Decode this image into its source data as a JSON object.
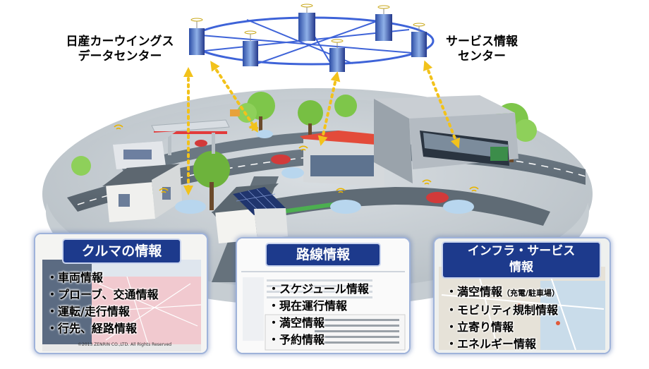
{
  "labels": {
    "datacenter_line1": "日産カーウイングス",
    "datacenter_line2": "データセンター",
    "service_line1": "サービス情報",
    "service_line2": "センター"
  },
  "panels": [
    {
      "title": "クルマの情報",
      "items": [
        "車両情報",
        "プローブ、交通情報",
        "運転/走行情報",
        "行先、経路情報"
      ],
      "copyright": "©2013 ZENRIN CO.,LTD. All Rights Reserved"
    },
    {
      "title": "路線情報",
      "items": [
        "スケジュール情報",
        "現在運行情報",
        "満空情報",
        "予約情報"
      ]
    },
    {
      "title_line1": "インフラ・サービス",
      "title_line2": "情報",
      "items": [
        "満空情報",
        "モビリティ規制情報",
        "立寄り情報",
        "エネルギー情報"
      ],
      "item0_suffix": "（充電/駐車場）"
    }
  ],
  "bullet": "・",
  "colors": {
    "title_bg": "#1d3a8c",
    "arrow": "#f2c21b",
    "ring": "#3e63d8",
    "panel_border": "#9fb3da"
  }
}
